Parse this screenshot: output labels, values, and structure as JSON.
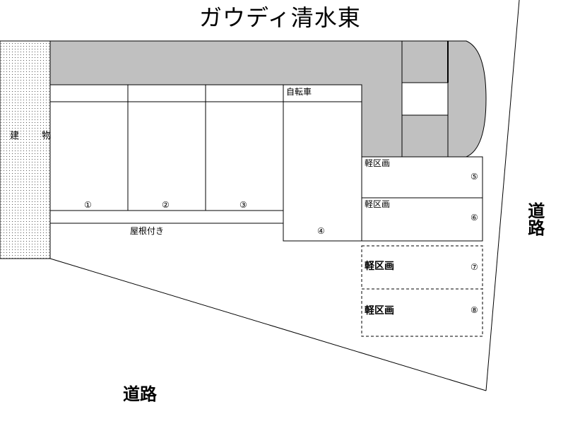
{
  "title": "ガウディ清水東",
  "building": {
    "label": "建 物"
  },
  "bicycle": {
    "label": "自転車"
  },
  "roof": {
    "label": "屋根付き"
  },
  "spaces": [
    {
      "id": 1,
      "marker": "①"
    },
    {
      "id": 2,
      "marker": "②"
    },
    {
      "id": 3,
      "marker": "③"
    },
    {
      "id": 4,
      "marker": "④"
    },
    {
      "id": 5,
      "marker": "⑤",
      "type": "軽区画"
    },
    {
      "id": 6,
      "marker": "⑥",
      "type": "軽区画"
    },
    {
      "id": 7,
      "marker": "⑦",
      "type": "軽区画"
    },
    {
      "id": 8,
      "marker": "⑧",
      "type": "軽区画"
    }
  ],
  "roads": {
    "right": "道路",
    "bottom": "道路"
  },
  "colors": {
    "gray_area": "#c0c0c0",
    "line": "#000000",
    "background": "#ffffff"
  }
}
